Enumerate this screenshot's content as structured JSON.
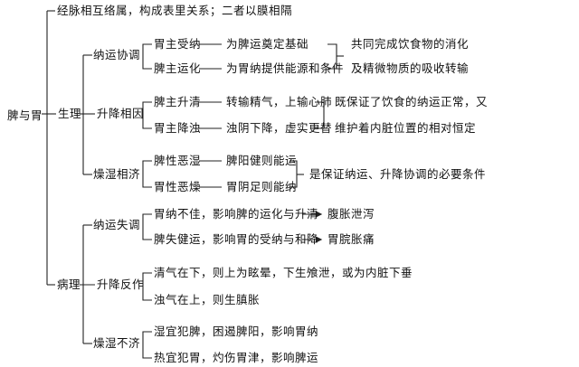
{
  "root": "脾与胃",
  "meridian": "经脉相互络属，构成表里关系；二者以膜相隔",
  "physiology": {
    "label": "生理",
    "nayun": {
      "label": "纳运协调",
      "items": [
        {
          "name": "胃主受纳",
          "desc": "为脾运奠定基础"
        },
        {
          "name": "脾主运化",
          "desc": "为胃纳提供能源和条件"
        }
      ],
      "summary": [
        "共同完成饮食物的消化",
        "及精微物质的吸收转输"
      ]
    },
    "shengjiang": {
      "label": "升降相因",
      "items": [
        {
          "name": "脾主升清",
          "desc": "转输精气，上输心肺"
        },
        {
          "name": "胃主降浊",
          "desc": "浊阴下降，虚实更替"
        }
      ],
      "summary": [
        "既保证了饮食的纳运正常，又",
        "维护着内脏位置的相对恒定"
      ]
    },
    "zaoshi": {
      "label": "燥湿相济",
      "items": [
        {
          "name": "脾性恶湿",
          "desc": "脾阳健则能运"
        },
        {
          "name": "胃性恶燥",
          "desc": "胃阴足则能纳"
        }
      ],
      "summary": "是保证纳运、升降协调的必要条件"
    }
  },
  "pathology": {
    "label": "病理",
    "nayun": {
      "label": "纳运失调",
      "items": [
        {
          "cause": "胃纳不佳，影响脾的运化与升清",
          "result": "腹胀泄泻"
        },
        {
          "cause": "脾失健运，影响胃的受纳与和降",
          "result": "胃脘胀痛"
        }
      ]
    },
    "shengjiang": {
      "label": "升降反作",
      "items": [
        "清气在下，则上为眩晕，下生飧泄，或为内脏下垂",
        "浊气在上，则生䐜胀"
      ]
    },
    "zaoshi": {
      "label": "燥湿不济",
      "items": [
        "湿宜犯脾，困遏脾阳，影响胃纳",
        "热宜犯胃，灼伤胃津，影响脾运"
      ]
    }
  }
}
